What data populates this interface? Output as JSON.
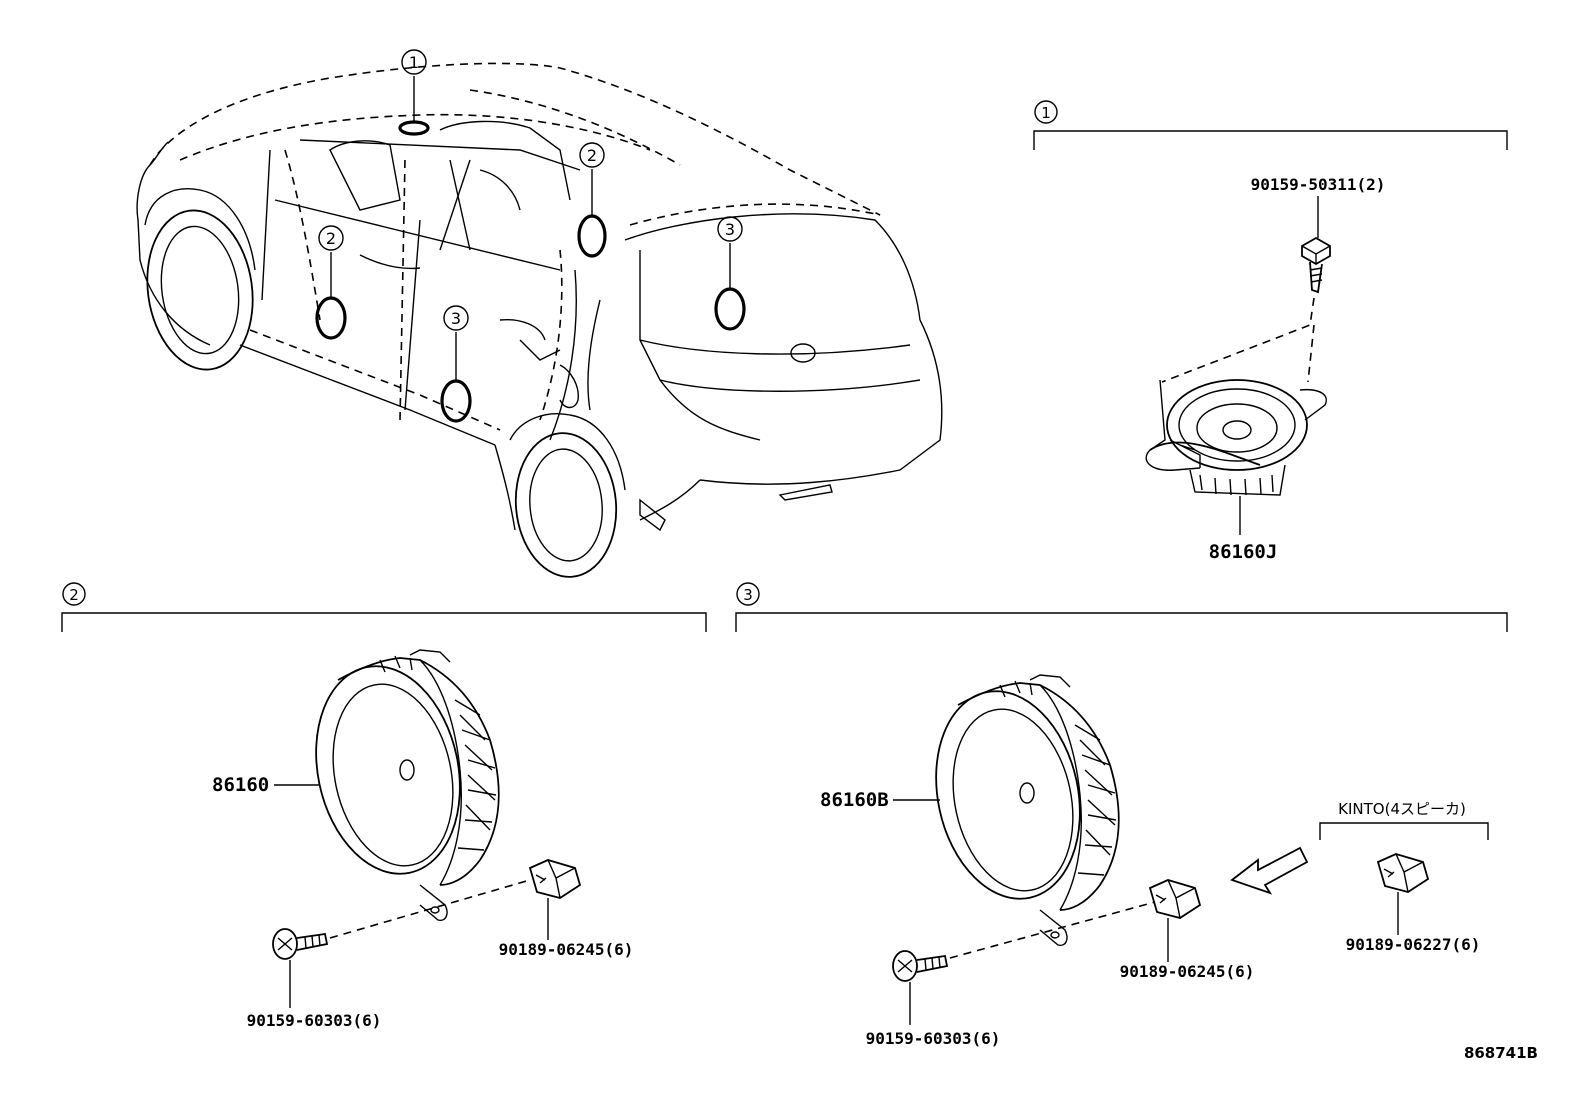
{
  "diagram": {
    "callout_markers": [
      "1",
      "2",
      "2",
      "3",
      "3"
    ],
    "sections": [
      {
        "marker": "1"
      },
      {
        "marker": "2"
      },
      {
        "marker": "3"
      }
    ],
    "parts": {
      "tweeter": "86160J",
      "front_speaker": "86160",
      "rear_speaker": "86160B",
      "tweeter_screw": "90159-50311(2)",
      "front_screw": "90159-60303(6)",
      "front_clip": "90189-06245(6)",
      "rear_screw": "90159-60303(6)",
      "rear_clip": "90189-06245(6)",
      "kinto_clip": "90189-06227(6)"
    },
    "kinto_label": "KINTO(4スピーカ)",
    "diagram_code": "868741B"
  }
}
